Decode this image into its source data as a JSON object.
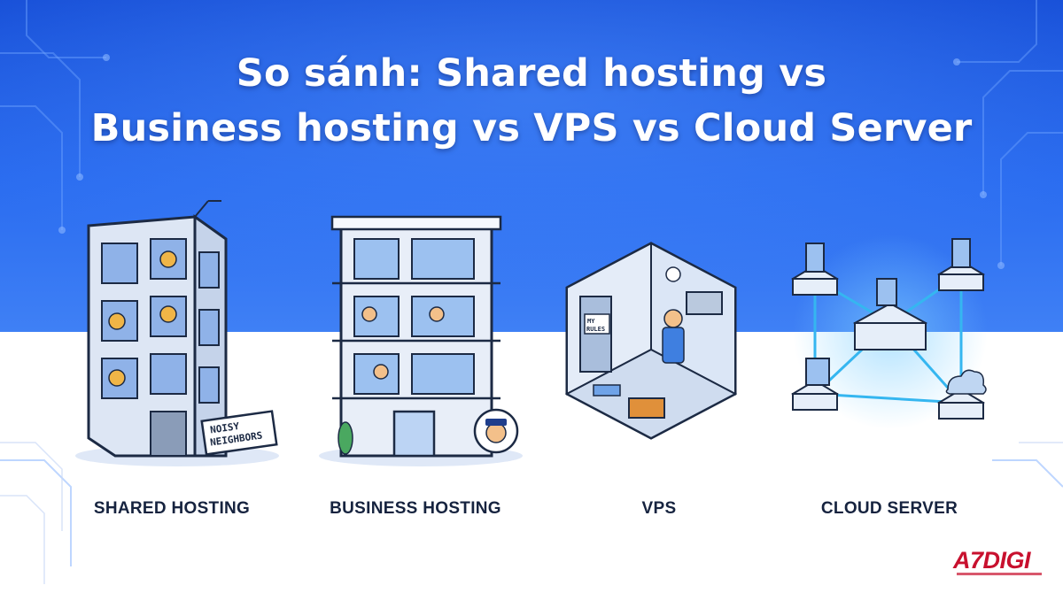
{
  "title": {
    "line1": "So sánh: Shared hosting vs",
    "line2": "Business hosting vs VPS vs Cloud Server"
  },
  "panels": [
    {
      "label": "SHARED HOSTING",
      "illustration": "apartment-building-icon",
      "sign_text": "NOISY\nNEIGHBORS"
    },
    {
      "label": "BUSINESS HOSTING",
      "illustration": "modern-building-icon",
      "badge": "security-guard-icon"
    },
    {
      "label": "VPS",
      "illustration": "private-room-icon",
      "sign_text": "MY\nRULES"
    },
    {
      "label": "CLOUD SERVER",
      "illustration": "server-network-icon"
    }
  ],
  "logo": {
    "text": "A7DIGI"
  },
  "colors": {
    "primary_blue": "#1f5fe0",
    "deep_blue": "#0a3fb8",
    "label_text": "#16233f",
    "logo_red": "#c8102e"
  }
}
